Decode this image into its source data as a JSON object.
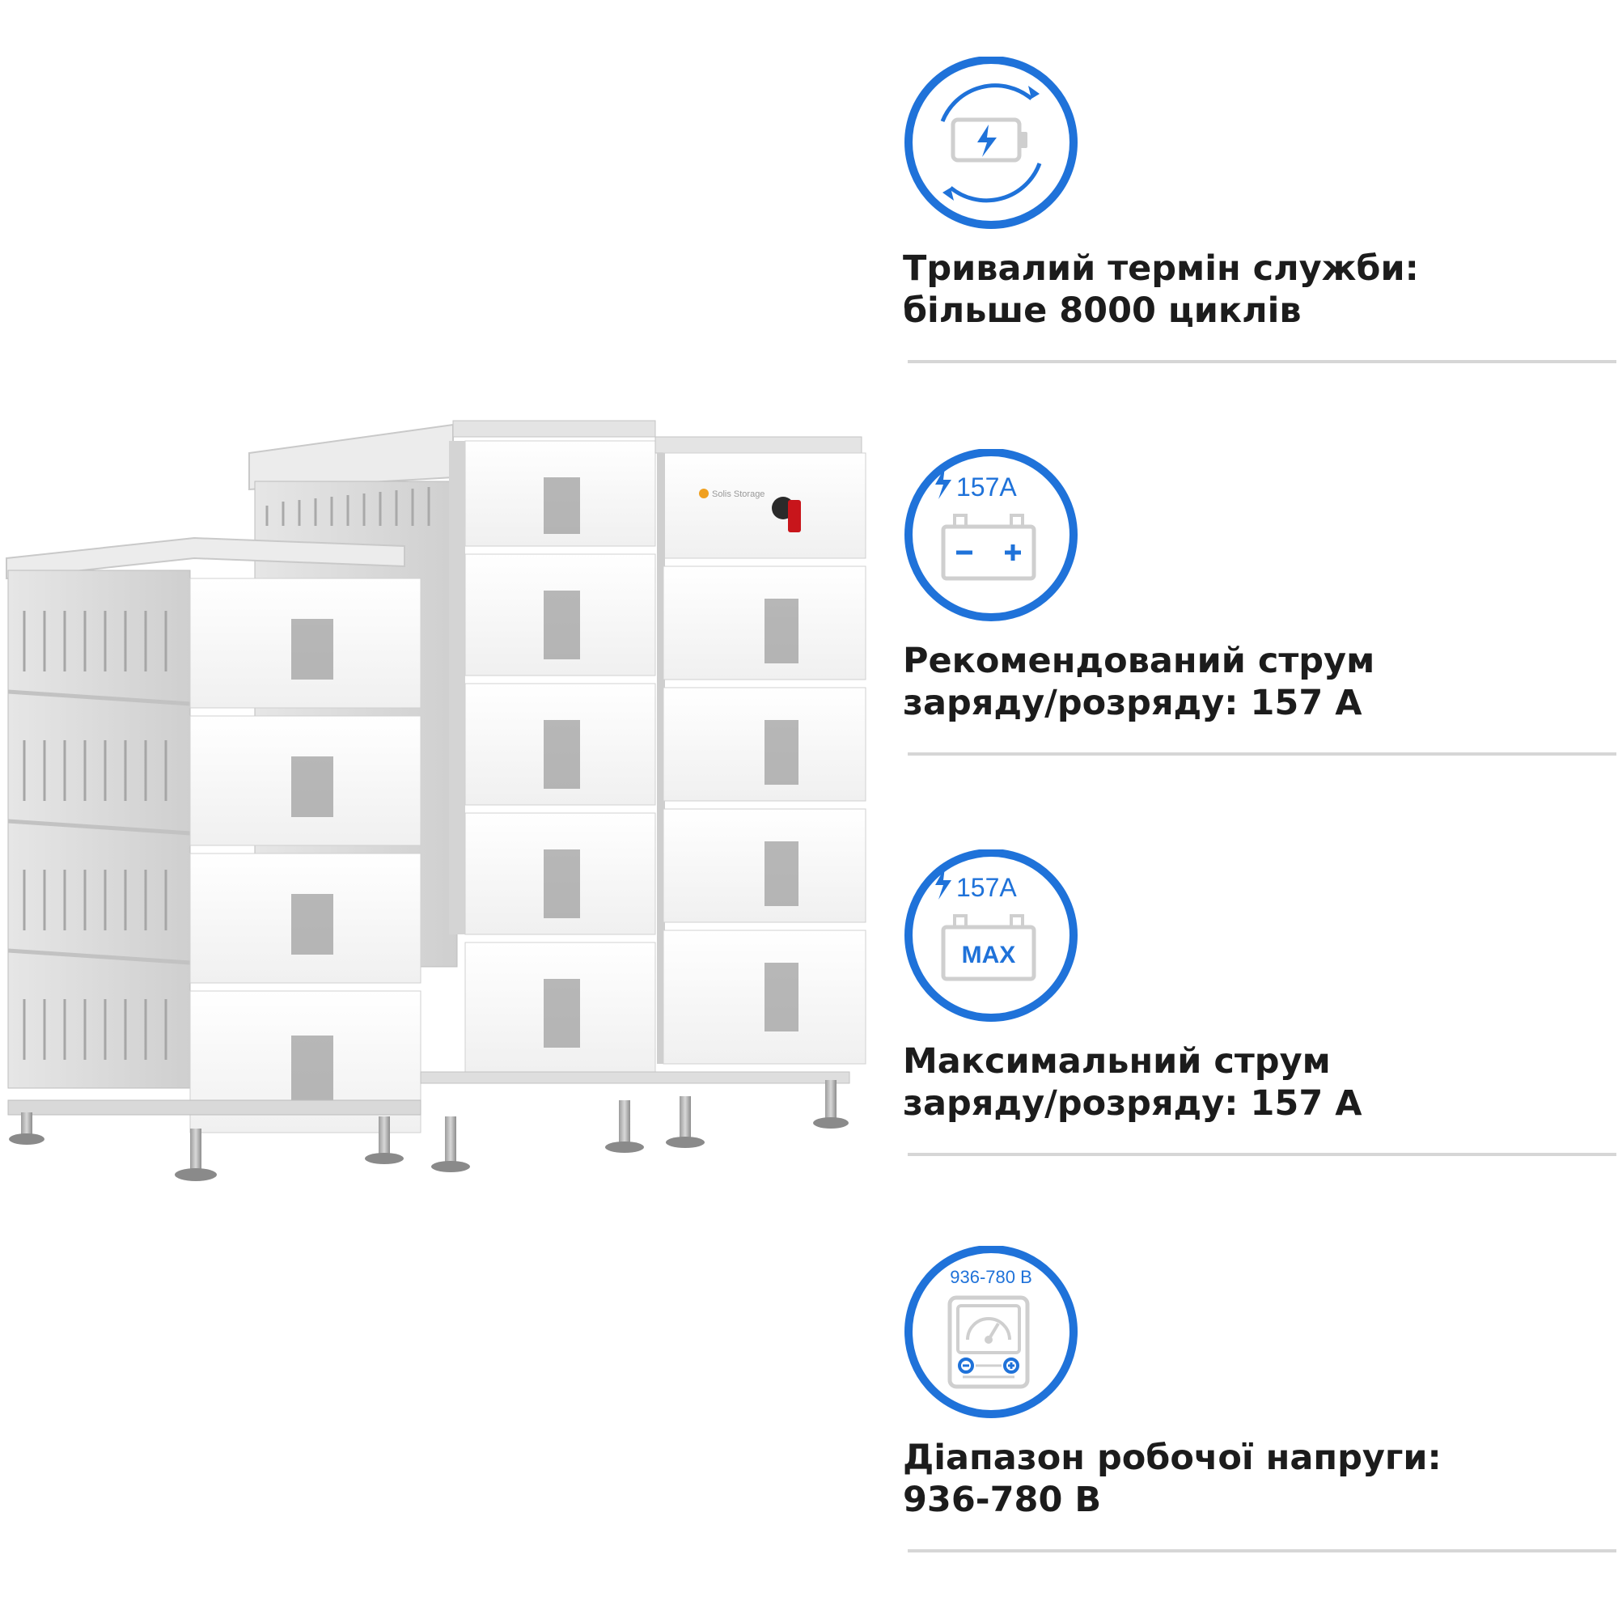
{
  "product": {
    "brand": "Solis Storage",
    "colors": {
      "module": "#fbfbfb",
      "frame": "#d9d9d9",
      "vent": "#9a9a9a",
      "switch": "#c8151b"
    }
  },
  "features": [
    {
      "icon": "battery-cycle-icon",
      "line1": "Тривалий термін служби:",
      "line2": "більше 8000 циклів"
    },
    {
      "icon": "battery-current-icon",
      "badge_text": "157A",
      "line1": "Рекомендований струм",
      "line2": "заряду/розряду: 157 А"
    },
    {
      "icon": "battery-max-current-icon",
      "badge_text": "157A",
      "badge_inner": "MAX",
      "line1": "Максимальний струм",
      "line2": "заряду/розряду: 157 А"
    },
    {
      "icon": "voltmeter-icon",
      "badge_text": "936-780 В",
      "line1": "Діапазон робочої напруги:",
      "line2": "936-780 В"
    }
  ],
  "colors": {
    "accent": "#1f72d9",
    "text": "#1c1c1c",
    "divider": "#d6d6d6",
    "icon_gray": "#cfcfcf"
  }
}
